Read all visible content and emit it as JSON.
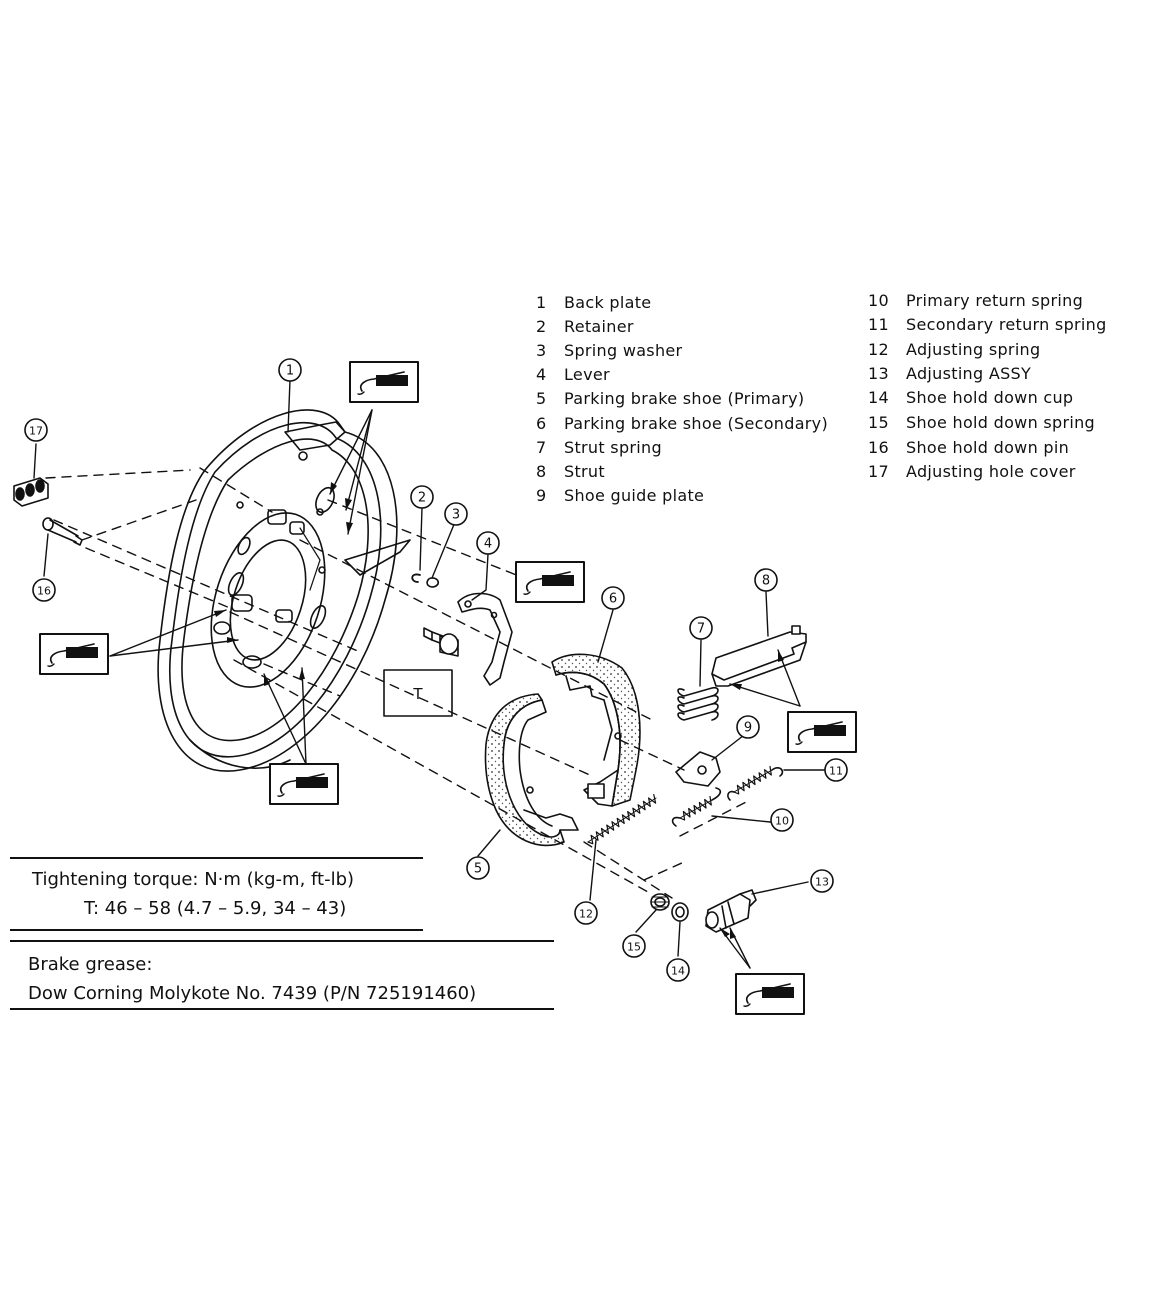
{
  "legend_left": [
    {
      "num": "1",
      "label": "Back plate"
    },
    {
      "num": "2",
      "label": "Retainer"
    },
    {
      "num": "3",
      "label": "Spring washer"
    },
    {
      "num": "4",
      "label": "Lever"
    },
    {
      "num": "5",
      "label": "Parking brake shoe (Primary)"
    },
    {
      "num": "6",
      "label": "Parking brake shoe (Secondary)"
    },
    {
      "num": "7",
      "label": "Strut spring"
    },
    {
      "num": "8",
      "label": "Strut"
    },
    {
      "num": "9",
      "label": "Shoe guide plate"
    }
  ],
  "legend_right": [
    {
      "num": "10",
      "label": "Primary return spring"
    },
    {
      "num": "11",
      "label": "Secondary return spring"
    },
    {
      "num": "12",
      "label": "Adjusting spring"
    },
    {
      "num": "13",
      "label": "Adjusting ASSY"
    },
    {
      "num": "14",
      "label": "Shoe hold down cup"
    },
    {
      "num": "15",
      "label": "Shoe hold down spring"
    },
    {
      "num": "16",
      "label": "Shoe hold down pin"
    },
    {
      "num": "17",
      "label": "Adjusting hole cover"
    }
  ],
  "torque": {
    "heading": "Tightening torque:  N·m (kg-m, ft-lb)",
    "value": "T:  46 – 58 (4.7 – 5.9, 34 – 43)"
  },
  "grease": {
    "heading": "Brake grease:",
    "value": "Dow Corning Molykote No. 7439 (P/N 725191460)"
  },
  "torque_box_label": "T",
  "callouts": [
    "1",
    "2",
    "3",
    "4",
    "5",
    "6",
    "7",
    "8",
    "9",
    "10",
    "11",
    "12",
    "13",
    "14",
    "15",
    "16",
    "17"
  ]
}
